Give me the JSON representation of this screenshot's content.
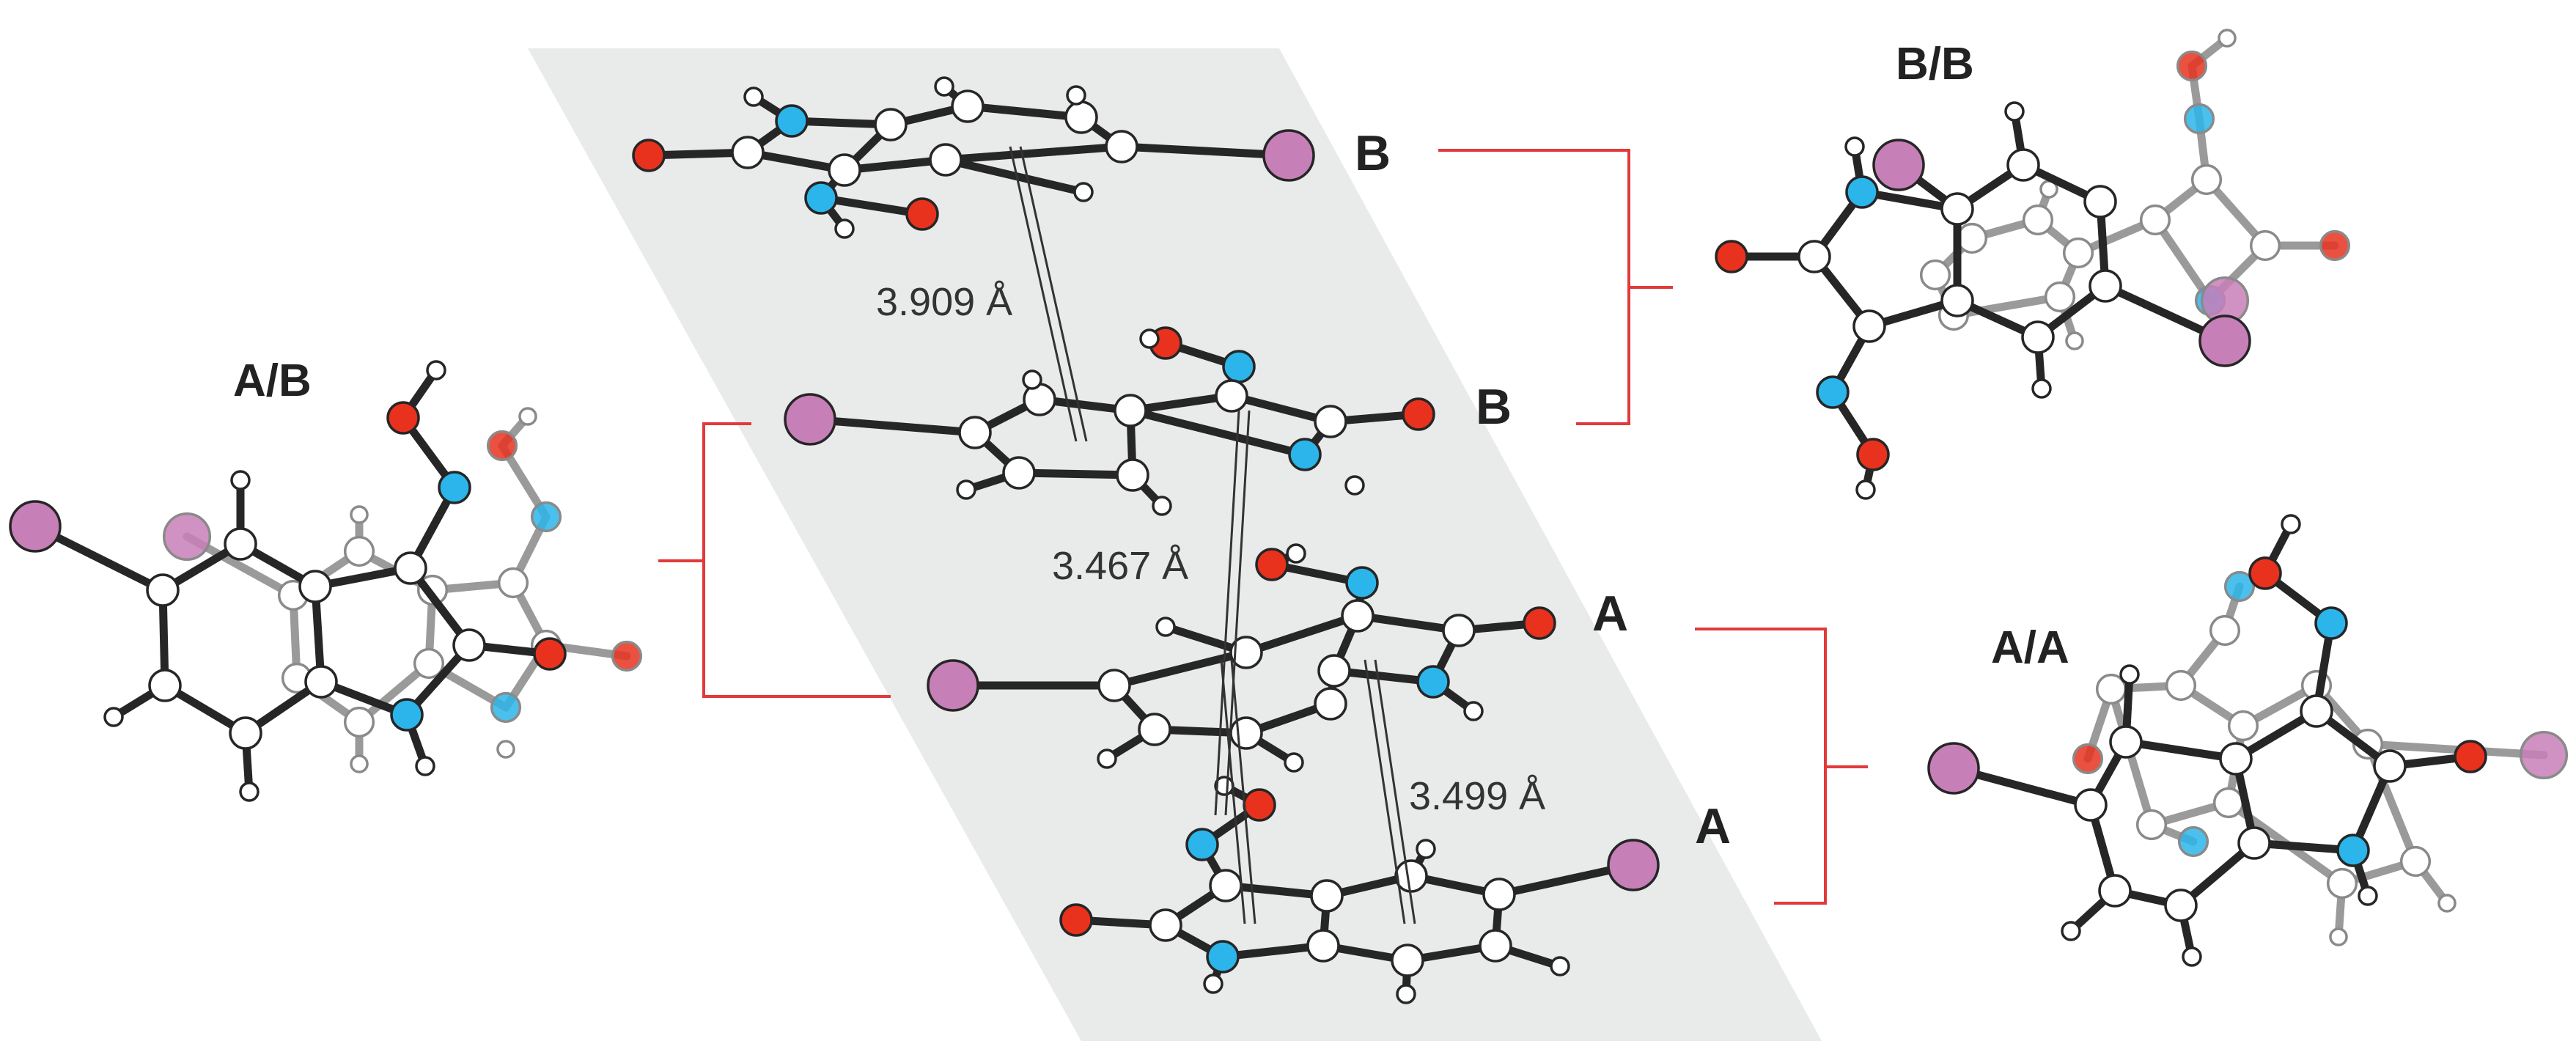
{
  "labels": {
    "stack": [
      "B",
      "B",
      "A",
      "A"
    ],
    "dimers": [
      "B/B",
      "A/B",
      "A/A"
    ],
    "distances": [
      "3.909 Å",
      "3.467 Å",
      "3.499 Å"
    ]
  },
  "colors": {
    "panel": "#e9eaea",
    "bond": "#262626",
    "back_bond": "#9a9a9a",
    "carbon": "#ffffff",
    "oxygen": "#e8321e",
    "nitrogen": "#2bb5ea",
    "iodine": "#c77fb8",
    "bracket": "#e23a3a"
  }
}
